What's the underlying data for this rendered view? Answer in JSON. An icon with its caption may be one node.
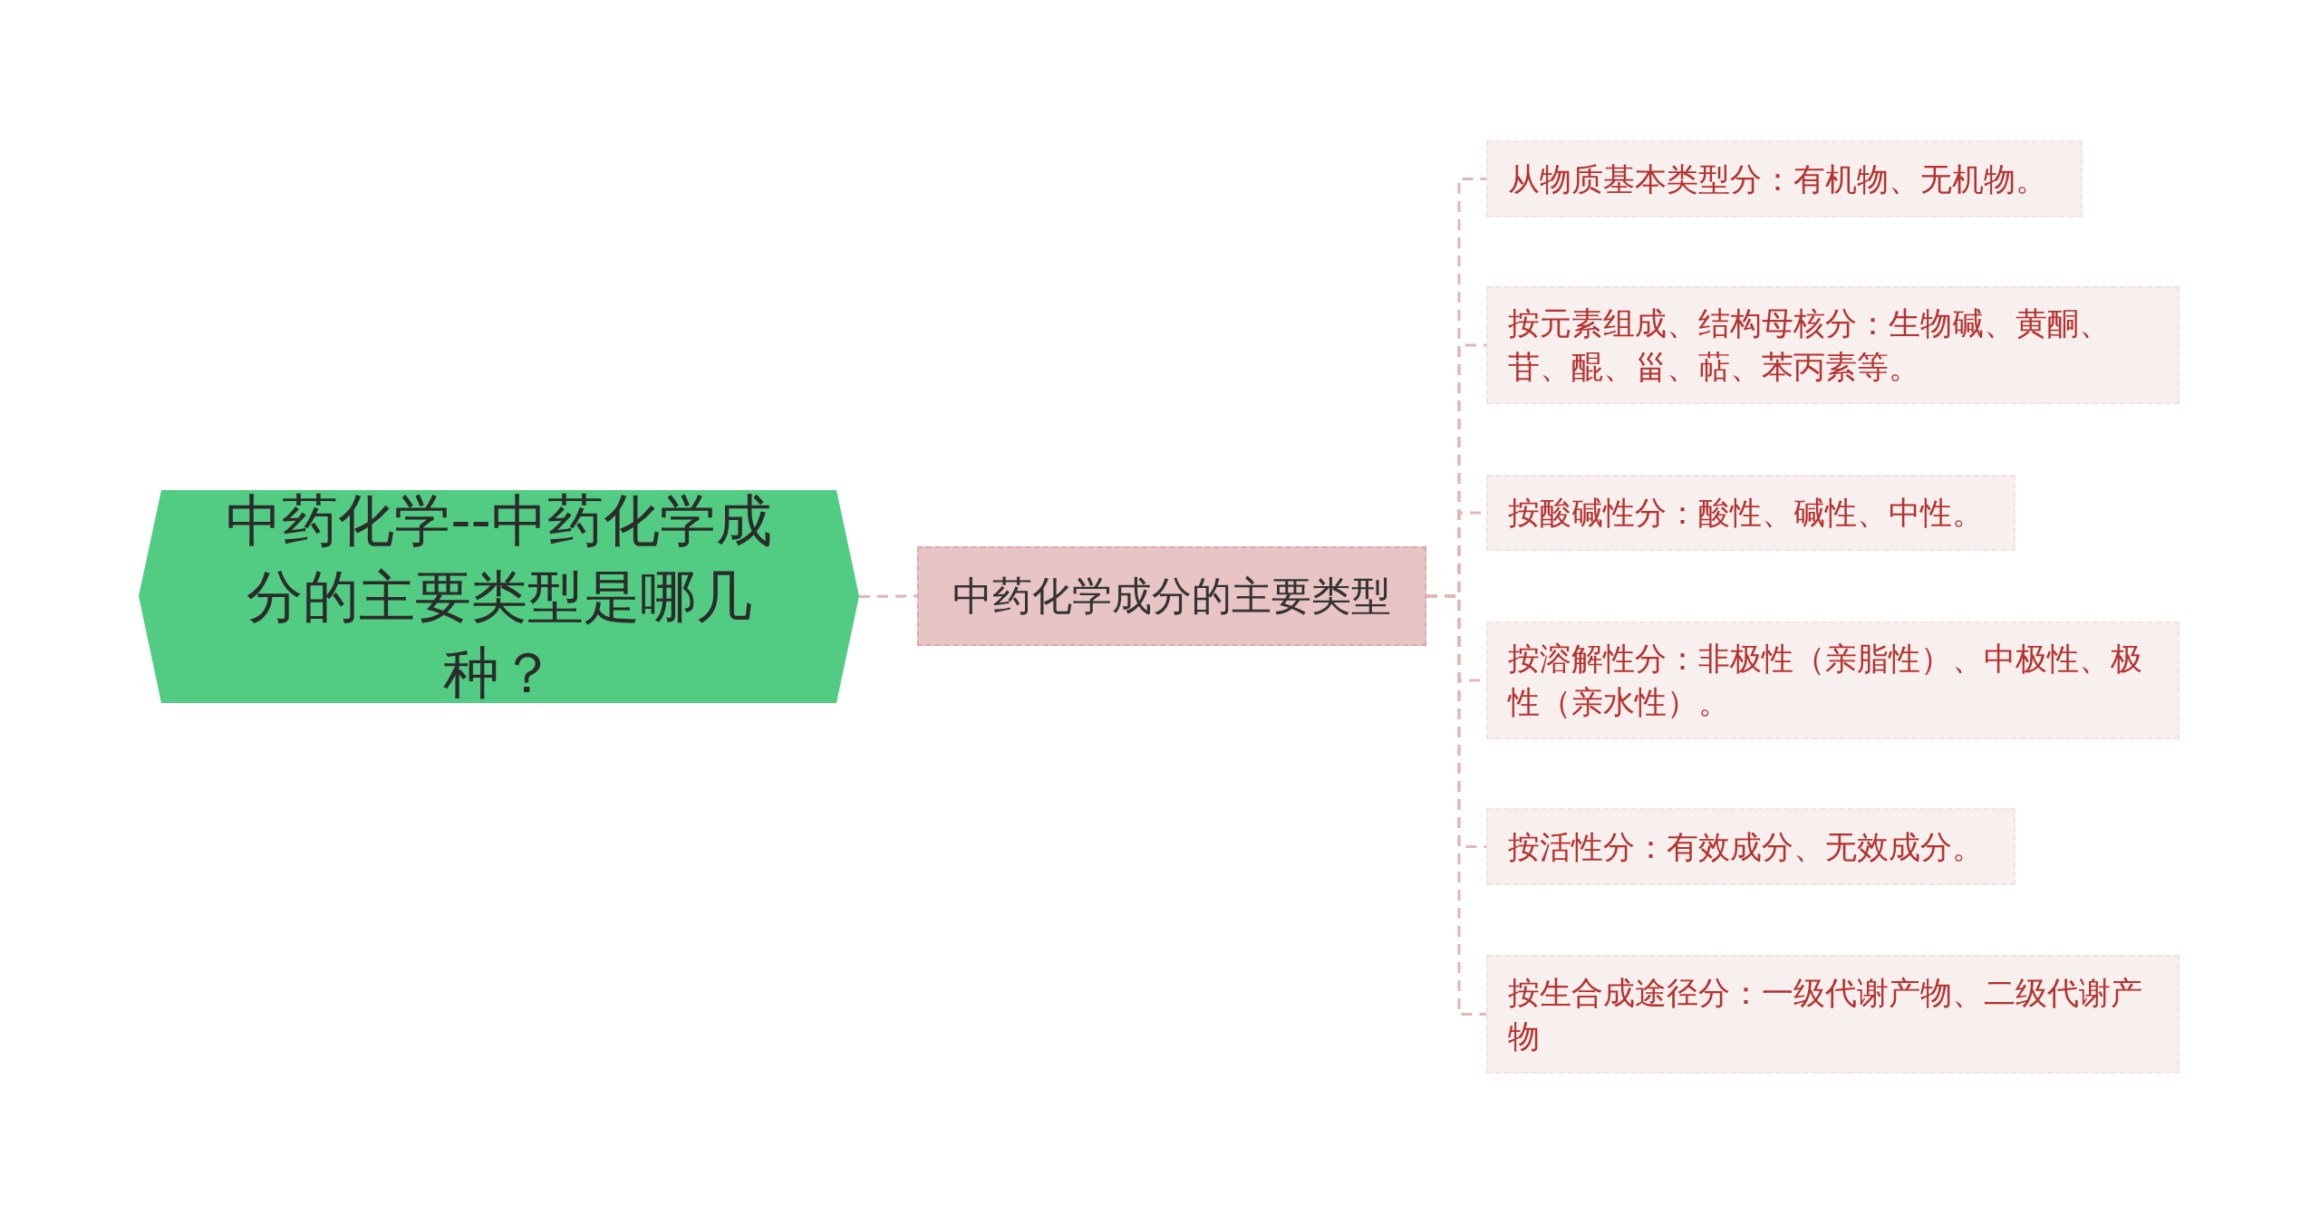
{
  "diagram": {
    "nodes": [
      {
        "text": [
          "中药化学--中药化学成分的主要类型是哪几种？"
        ]
      },
      {
        "text": [
          "中药化学成分的主要类型"
        ]
      },
      {
        "text": [
          "从物质基本类型分：有机物、无机物。"
        ]
      },
      {
        "text": [
          "按元素组成、结构母核分：生物碱、黄酮、苷、醌、甾、萜、苯丙素等。"
        ]
      },
      {
        "text": [
          "按酸碱性分：酸性、碱性、中性。"
        ]
      },
      {
        "text": [
          "按溶解性分：非极性（亲脂性）、中极性、极性（亲水性）。"
        ]
      },
      {
        "text": [
          "按活性分：有效成分、无效成分。"
        ]
      },
      {
        "text": [
          "按生合成途径分：一级代谢产物、二级代谢产物"
        ]
      }
    ],
    "edges": [
      {
        "from": 0,
        "to": 1,
        "arrow": "none"
      },
      {
        "from": 1,
        "to": 2,
        "arrow": "none"
      },
      {
        "from": 1,
        "to": 3,
        "arrow": "none"
      },
      {
        "from": 1,
        "to": 4,
        "arrow": "none"
      },
      {
        "from": 1,
        "to": 5,
        "arrow": "none"
      },
      {
        "from": 1,
        "to": 6,
        "arrow": "none"
      },
      {
        "from": 1,
        "to": 7,
        "arrow": "none"
      }
    ]
  }
}
